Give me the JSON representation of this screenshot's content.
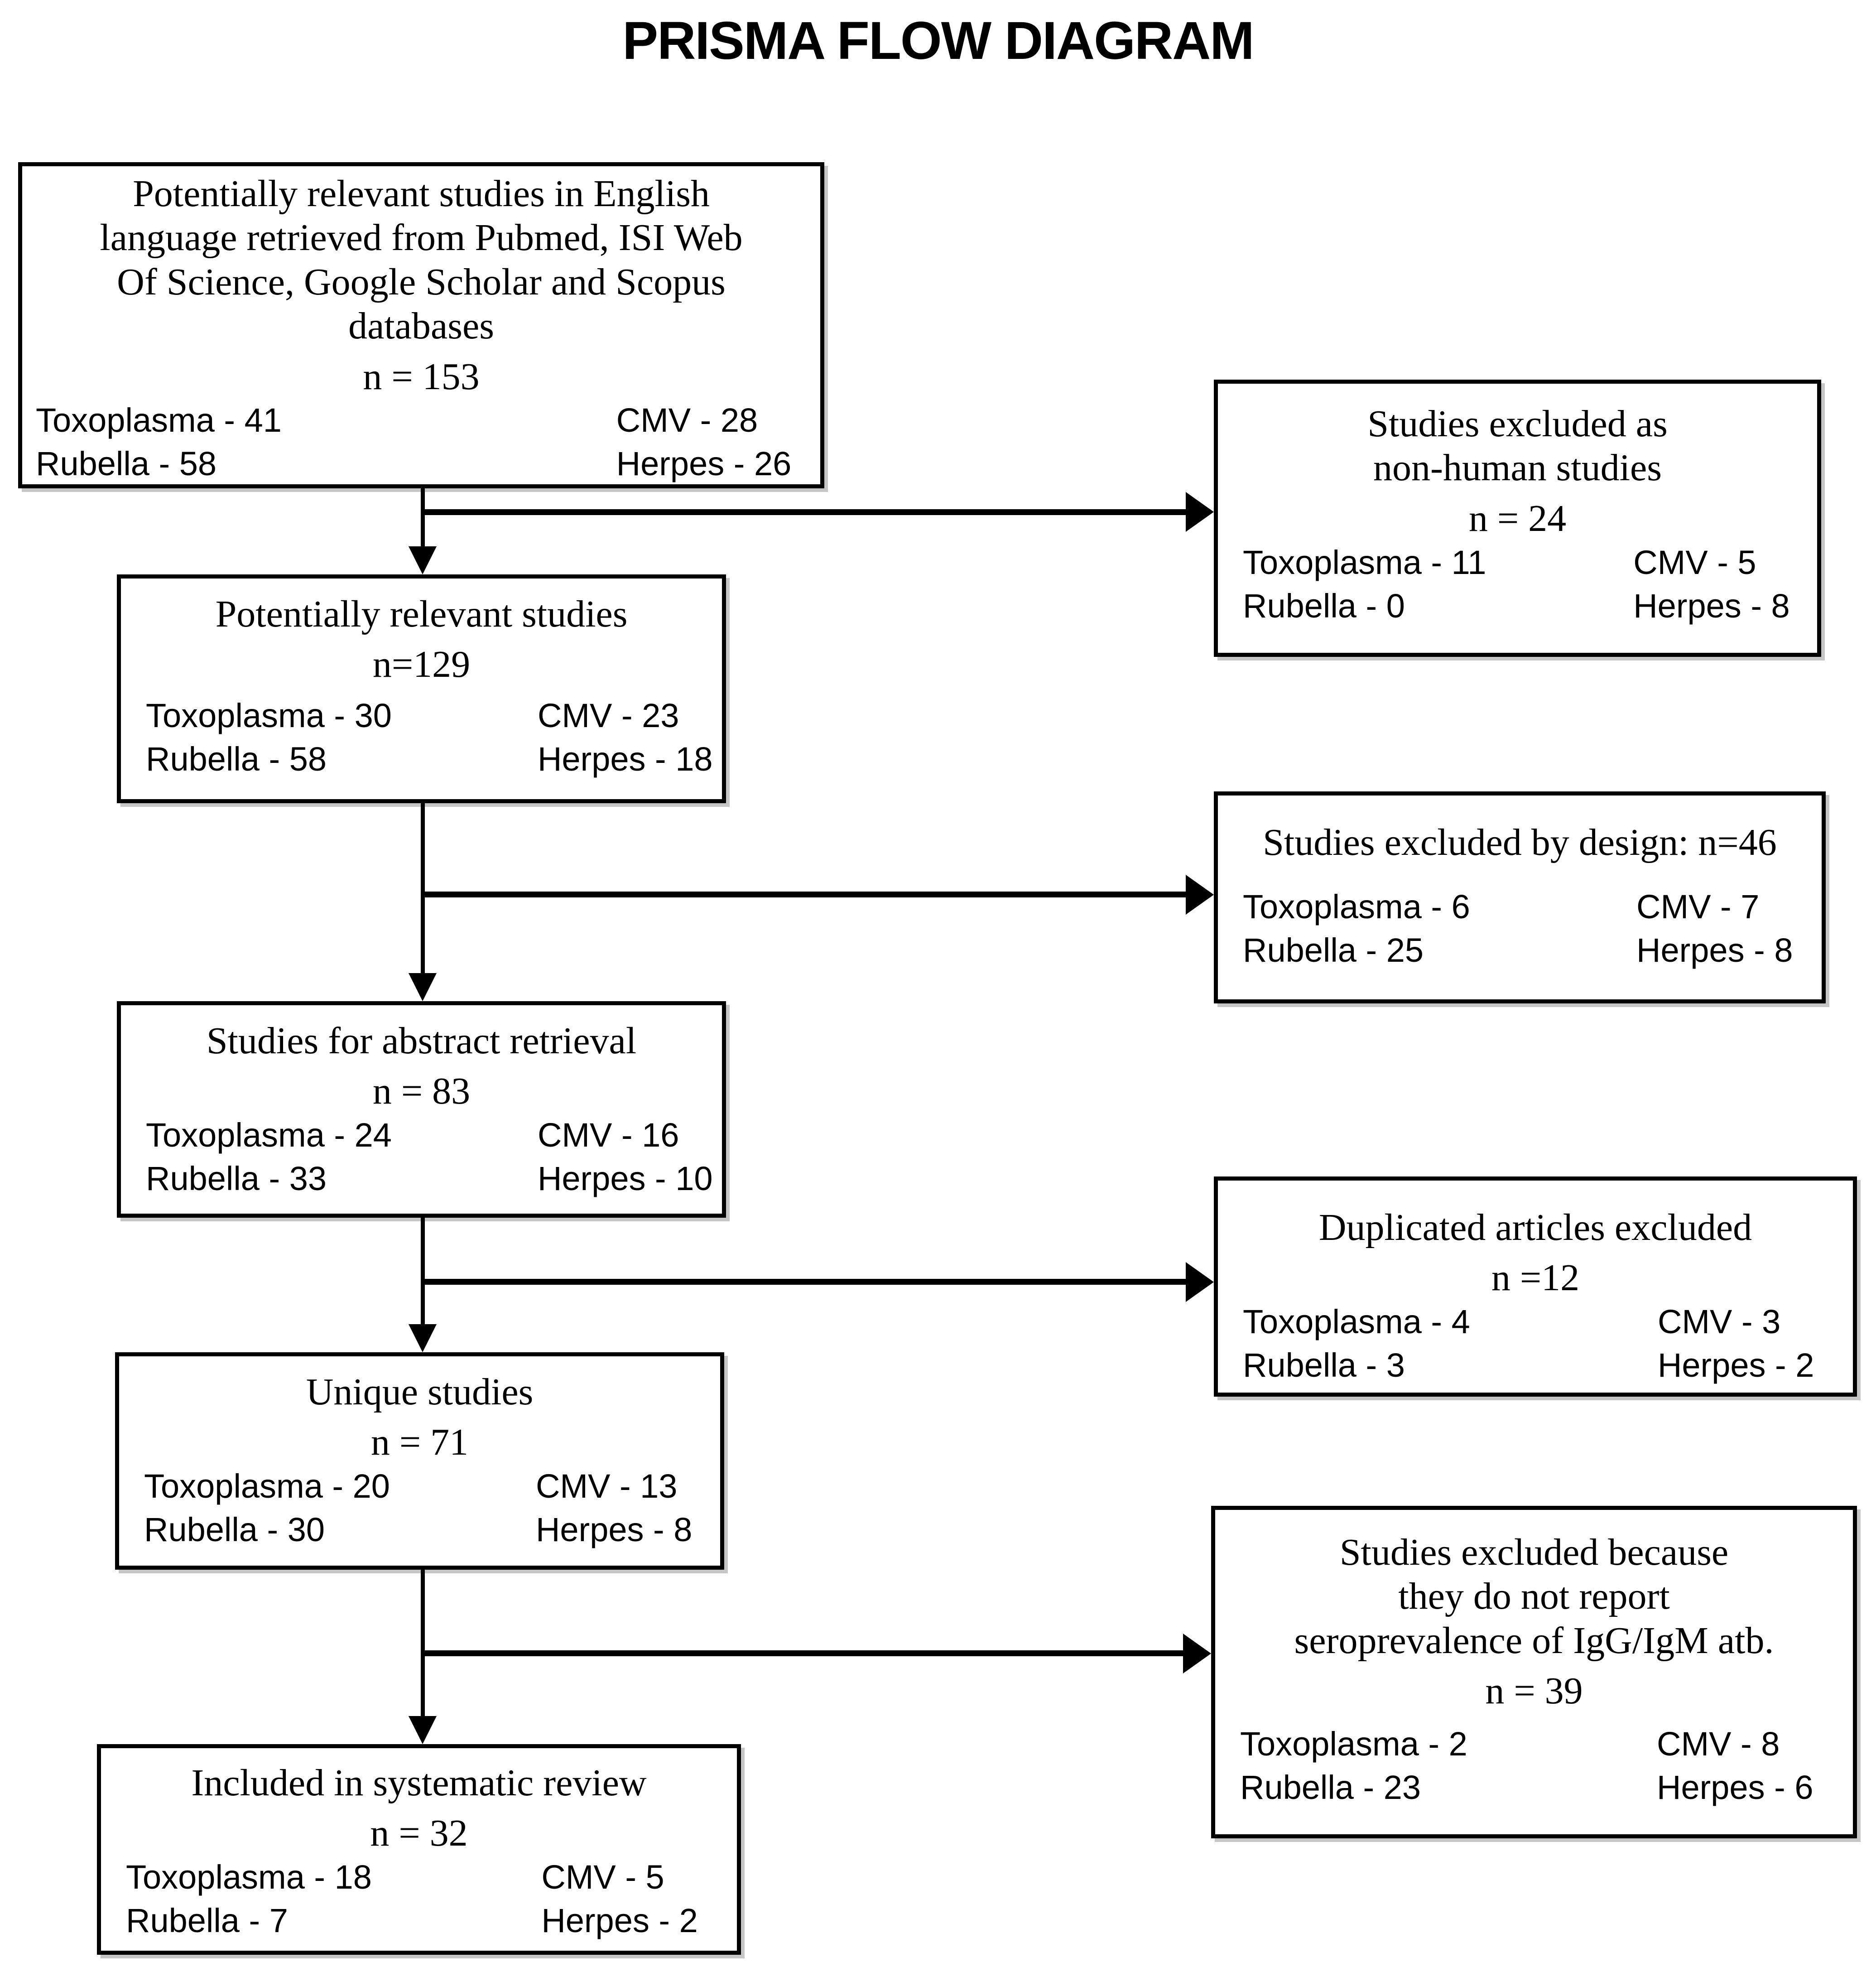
{
  "title": "PRISMA FLOW DIAGRAM",
  "flow": {
    "main": [
      {
        "heading_lines": [
          "Potentially relevant studies in English",
          "language retrieved from Pubmed, ISI Web",
          "Of Science, Google Scholar and Scopus",
          "databases"
        ],
        "n_label": "n = 153",
        "stats": {
          "toxoplasma": "Toxoplasma - 41",
          "rubella": "Rubella - 58",
          "cmv": "CMV - 28",
          "herpes": "Herpes - 26"
        }
      },
      {
        "heading_lines": [
          "Potentially relevant studies"
        ],
        "n_label": "n=129",
        "stats": {
          "toxoplasma": "Toxoplasma - 30",
          "rubella": "Rubella - 58",
          "cmv": "CMV - 23",
          "herpes": "Herpes - 18"
        }
      },
      {
        "heading_lines": [
          "Studies for abstract retrieval"
        ],
        "n_label": "n = 83",
        "stats": {
          "toxoplasma": "Toxoplasma - 24",
          "rubella": "Rubella - 33",
          "cmv": "CMV - 16",
          "herpes": "Herpes - 10"
        }
      },
      {
        "heading_lines": [
          "Unique studies"
        ],
        "n_label": "n = 71",
        "stats": {
          "toxoplasma": "Toxoplasma - 20",
          "rubella": "Rubella - 30",
          "cmv": "CMV - 13",
          "herpes": "Herpes - 8"
        }
      },
      {
        "heading_lines": [
          "Included in systematic review"
        ],
        "n_label": "n = 32",
        "stats": {
          "toxoplasma": "Toxoplasma - 18",
          "rubella": "Rubella - 7",
          "cmv": "CMV - 5",
          "herpes": "Herpes - 2"
        }
      }
    ],
    "excluded": [
      {
        "heading_lines": [
          "Studies excluded as",
          "non-human studies"
        ],
        "n_label": "n = 24",
        "stats": {
          "toxoplasma": "Toxoplasma - 11",
          "rubella": "Rubella - 0",
          "cmv": "CMV - 5",
          "herpes": "Herpes - 8"
        }
      },
      {
        "heading_lines": [
          "Studies excluded by design: n=46"
        ],
        "stats": {
          "toxoplasma": "Toxoplasma - 6",
          "rubella": "Rubella - 25",
          "cmv": "CMV - 7",
          "herpes": "Herpes - 8"
        }
      },
      {
        "heading_lines": [
          "Duplicated articles excluded"
        ],
        "n_label": "n =12",
        "stats": {
          "toxoplasma": "Toxoplasma - 4",
          "rubella": "Rubella - 3",
          "cmv": "CMV - 3",
          "herpes": "Herpes - 2"
        }
      },
      {
        "heading_lines": [
          "Studies excluded because",
          "they do not report",
          "seroprevalence of IgG/IgM atb."
        ],
        "n_label": "n = 39",
        "stats": {
          "toxoplasma": "Toxoplasma - 2",
          "rubella": "Rubella - 23",
          "cmv": "CMV - 8",
          "herpes": "Herpes - 6"
        }
      }
    ]
  }
}
